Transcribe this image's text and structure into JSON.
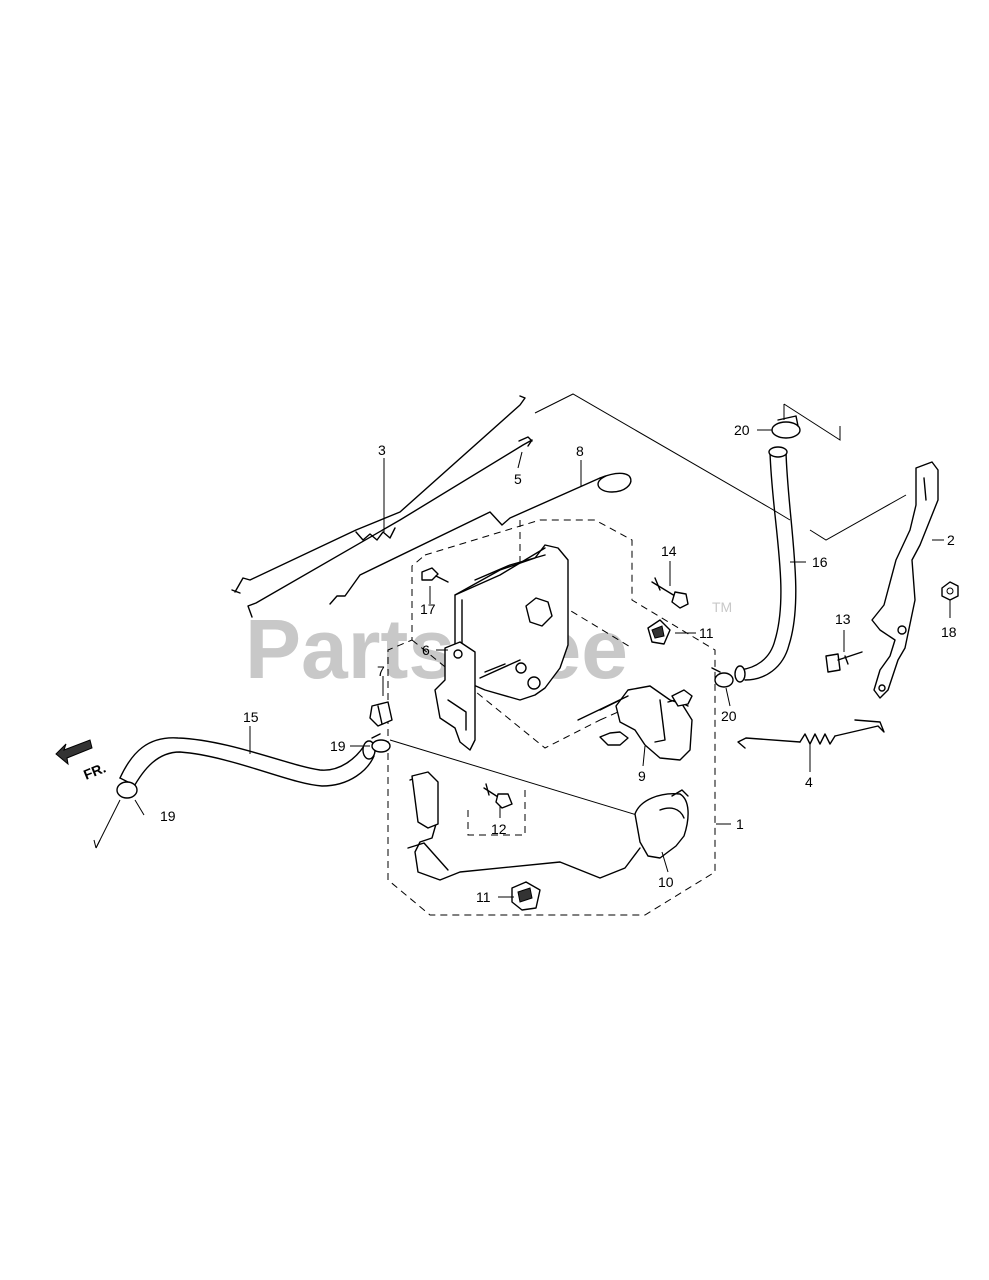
{
  "watermark": {
    "text": "PartsTree",
    "tm": "TM"
  },
  "direction_label": "FR.",
  "callouts": {
    "c1": "1",
    "c2": "2",
    "c3": "3",
    "c4": "4",
    "c5": "5",
    "c6": "6",
    "c7": "7",
    "c8": "8",
    "c9": "9",
    "c10": "10",
    "c11a": "11",
    "c11b": "11",
    "c12": "12",
    "c13": "13",
    "c14": "14",
    "c15": "15",
    "c16": "16",
    "c17": "17",
    "c18": "18",
    "c19a": "19",
    "c19b": "19",
    "c20a": "20",
    "c20b": "20"
  }
}
